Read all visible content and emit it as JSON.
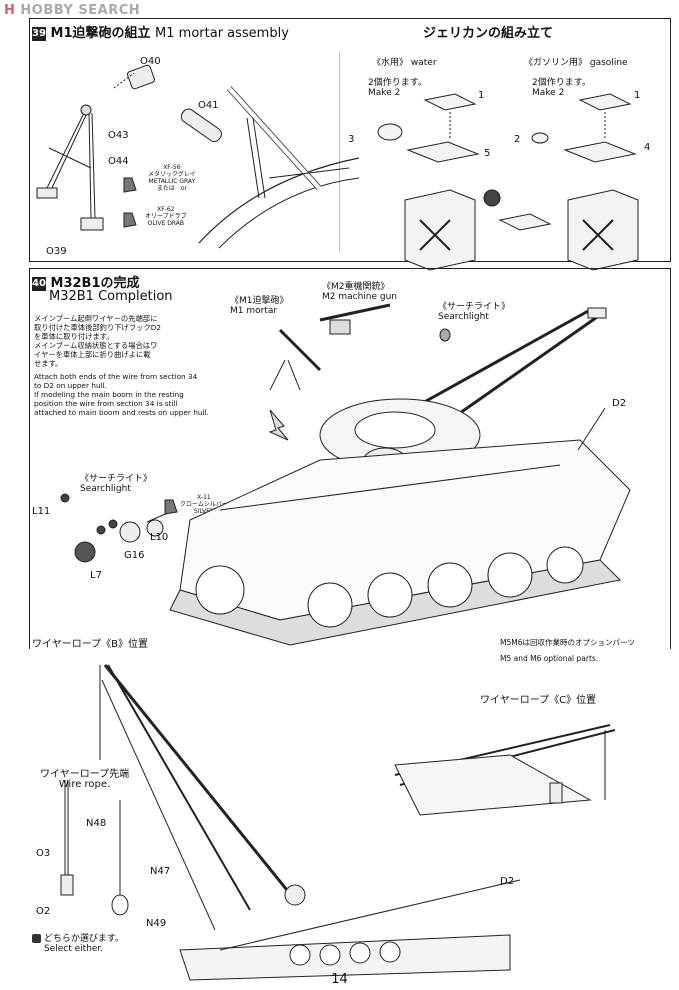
{
  "watermark": {
    "brand": "HOBBY SEARCH",
    "mark": "H"
  },
  "step39": {
    "number": "39",
    "title_jp": "M1迫撃砲の組立",
    "title_en": "M1 mortar assembly",
    "jerrycan_title": "ジェリカンの組み立て",
    "parts": {
      "o40": "O40",
      "o41": "O41",
      "o43": "O43",
      "o44": "O44",
      "o39": "O39"
    },
    "paint1": {
      "code": "XF-56",
      "jp": "メタリックグレイ",
      "en": "METALLIC GRAY"
    },
    "or_text": "または　or",
    "paint2": {
      "code": "XF-62",
      "jp": "オリーブドラブ",
      "en": "OLIVE DRAB"
    },
    "water": {
      "label_jp": "《水用》",
      "label_en": "water",
      "make_jp": "2個作ります。",
      "make_en": "Make 2",
      "parts": [
        "1",
        "3",
        "5"
      ]
    },
    "gasoline": {
      "label_jp": "《ガソリン用》",
      "label_en": "gasoline",
      "make_jp": "2個作ります。",
      "make_en": "Make 2",
      "parts": [
        "1",
        "2",
        "4"
      ]
    }
  },
  "step40": {
    "number": "40",
    "title_jp": "M32B1の完成",
    "title_en": "M32B1 Completion",
    "note_jp": [
      "メインブーム起倒ワイヤーの先端部に",
      "取り付けた車体後部釣り下げフックD2",
      "を車体に取り付けます。",
      "メインブーム収納状態とする場合はワ",
      "イヤーを車体上部に折り曲げよに載",
      "せます。"
    ],
    "note_en": [
      "Attach both ends of the wire from section 34",
      "to D2 on upper hull.",
      "If modeling the main boom in the resting",
      "position the wire from section 34 is still",
      "attached to main boom and rests on upper hull."
    ],
    "mortar": {
      "jp": "《M1迫撃砲》",
      "en": "M1 mortar"
    },
    "mg": {
      "jp": "《M2重機関銃》",
      "en": "M2 machine gun"
    },
    "searchlight_top": {
      "jp": "《サーチライト》",
      "en": "Searchlight"
    },
    "searchlight_left": {
      "jp": "《サーチライト》",
      "en": "Searchlight"
    },
    "paint_x11": {
      "code": "X-11",
      "jp": "クロームシルバー",
      "en": "SILVER"
    },
    "parts": {
      "d2": "D2",
      "l11": "L11",
      "l10": "L10",
      "g16": "G16",
      "l7": "L7"
    },
    "m5m6_jp": "M5M6は回収作業時のオプションパーツ",
    "m5m6_en": "M5 and M6 optional parts."
  },
  "wire_b": {
    "label_jp": "ワイヤーロープ《B》位置"
  },
  "wire_c": {
    "label_jp": "ワイヤーロープ《C》位置"
  },
  "wire_tip": {
    "label_jp": "ワイヤーロープ先端",
    "label_en": "Wire rope."
  },
  "wire_parts": {
    "n48": "N48",
    "n47": "N47",
    "n49": "N49",
    "o3": "O3",
    "o2": "O2",
    "d2": "D2"
  },
  "select": {
    "jp": "どちらか選びます。",
    "en": "Select either."
  },
  "page_number": "14"
}
